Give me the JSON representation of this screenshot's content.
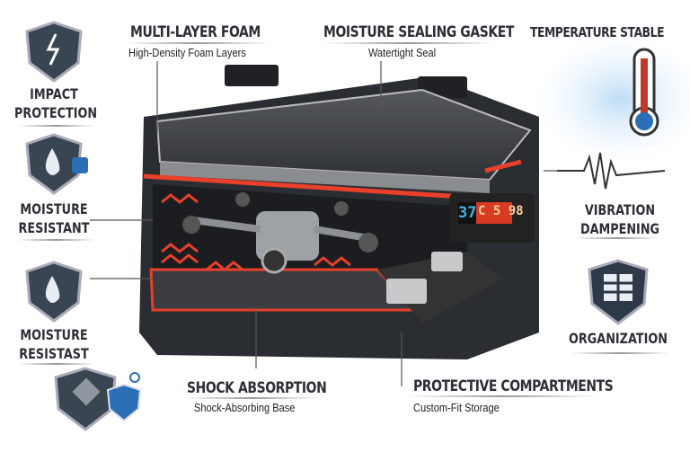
{
  "callouts": {
    "multi_layer_foam": {
      "title": "MULTI-LAYER FOAM",
      "subtitle": "High-Density Foam Layers"
    },
    "moisture_sealing_gasket": {
      "title": "MOISTURE SEALING GASKET",
      "subtitle": "Watertight Seal"
    },
    "temperature_stable": {
      "title": "TEMPERATURE STABLE"
    },
    "shock_absorption": {
      "title": "SHOCK ABSORPTION",
      "subtitle": "Shock-Absorbing Base"
    },
    "protective_compartments": {
      "title": "PROTECTIVE COMPARTMENTS",
      "subtitle": "Custom-Fit Storage"
    }
  },
  "left_features": [
    {
      "line1": "IMPACT",
      "line2": "PROTECTION",
      "icon": "lightning-shield-icon"
    },
    {
      "line1": "MOISTURE",
      "line2": "RESISTANT",
      "icon": "water-drop-shield-icon"
    },
    {
      "line1": "MOISTURE",
      "line2": "RESISTAST",
      "icon": "water-drop-shield-icon"
    }
  ],
  "right_features": [
    {
      "line1": "VIBRATION",
      "line2": "DAMPENING",
      "icon": "vibration-wave-icon"
    },
    {
      "line1": "ORGANIZATION",
      "icon": "grid-shield-icon"
    }
  ],
  "display": {
    "left": "37",
    "right": "C 5 98"
  },
  "colors": {
    "accent_red": "#e8402a",
    "case_dark": "#2a2d31",
    "text": "#2c3036",
    "blue": "#2b6fb6"
  }
}
